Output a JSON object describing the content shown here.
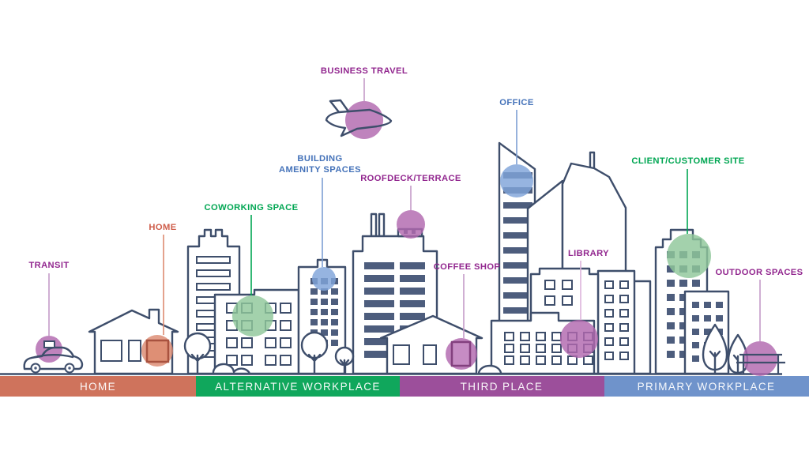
{
  "labels": [
    {
      "id": "transit",
      "text": "TRANSIT",
      "color": "#92278f"
    },
    {
      "id": "home",
      "text": "HOME",
      "color": "#ce5c49"
    },
    {
      "id": "coworking-space",
      "text": "COWORKING SPACE",
      "color": "#00a652"
    },
    {
      "id": "building-amenity-spaces",
      "line1": "BUILDING",
      "line2": "AMENITY SPACES",
      "color": "#4472b9"
    },
    {
      "id": "business-travel",
      "text": "BUSINESS TRAVEL",
      "color": "#92278f"
    },
    {
      "id": "roofdeck-terrace",
      "text": "ROOFDECK/TERRACE",
      "color": "#92278f"
    },
    {
      "id": "coffee-shop",
      "text": "COFFEE SHOP",
      "color": "#92278f"
    },
    {
      "id": "office",
      "text": "OFFICE",
      "color": "#4472b9"
    },
    {
      "id": "library",
      "text": "LIBRARY",
      "color": "#92278f"
    },
    {
      "id": "client-customer-site",
      "text": "CLIENT/CUSTOMER SITE",
      "color": "#00a652"
    },
    {
      "id": "outdoor-spaces",
      "text": "OUTDOOR SPACES",
      "color": "#92278f"
    }
  ],
  "zones": [
    {
      "label": "HOME",
      "color": "#cf735c"
    },
    {
      "label": "ALTERNATIVE WORKPLACE",
      "color": "#10a75c"
    },
    {
      "label": "THIRD PLACE",
      "color": "#9c4f9b"
    },
    {
      "label": "PRIMARY WORKPLACE",
      "color": "#6f93cb"
    }
  ],
  "palette": {
    "outline_navy": "#3e4e6b",
    "window_fill": "#4d5d7d",
    "circle_purple": "#b168ae",
    "circle_green": "#8fc79a",
    "circle_blue": "#7fa3d9",
    "circle_salmon": "#dc8a71",
    "door_home_fill": "#de8f75",
    "door_home_stroke": "#a8523f",
    "door_coffee_fill": "#c68cc4",
    "door_coffee_stroke": "#83407f",
    "line_light_purple": "#c49bc8",
    "line_light_pink": "#dcb3da",
    "line_salmon": "#dd8b71",
    "line_green": "#00a652",
    "line_blue": "#7d9fd4"
  }
}
